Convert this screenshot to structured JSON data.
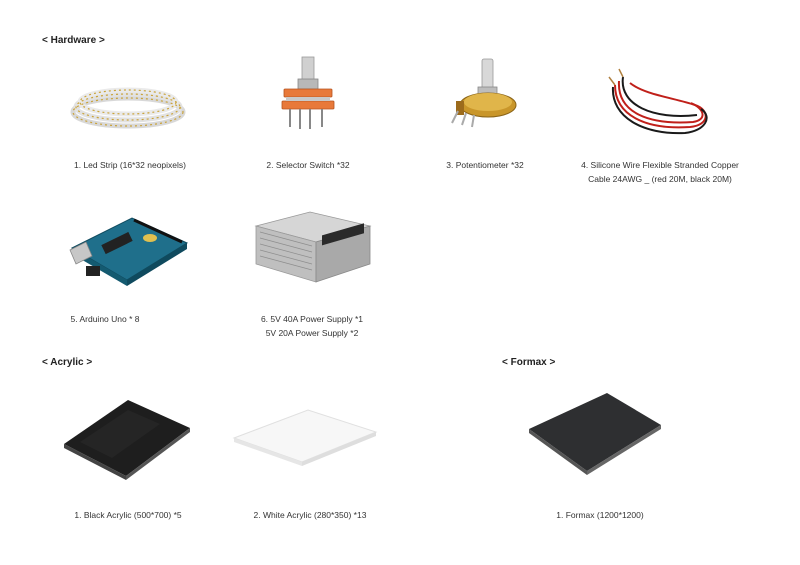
{
  "sections": {
    "hardware": {
      "heading": "< Hardware >"
    },
    "acrylic": {
      "heading": "< Acrylic >"
    },
    "formax": {
      "heading": "< Formax >"
    }
  },
  "items": {
    "led_strip": {
      "icon": "led-strip-icon",
      "caption": "1. Led Strip (16*32 neopixels)"
    },
    "selector_switch": {
      "icon": "rotary-switch-icon",
      "caption": "2. Selector Switch *32"
    },
    "potentiometer": {
      "icon": "potentiometer-icon",
      "caption": "3. Potentiometer *32"
    },
    "silicone_wire": {
      "icon": "wire-icon",
      "caption_line1": "4. Silicone Wire Flexible Stranded Copper",
      "caption_line2": "Cable 24AWG _ (red 20M, black 20M)"
    },
    "arduino": {
      "icon": "arduino-board-icon",
      "caption": "5. Arduino Uno * 8"
    },
    "power_supply": {
      "icon": "power-supply-icon",
      "caption_line1": "6. 5V 40A Power Supply *1",
      "caption_line2": "5V 20A Power Supply *2"
    },
    "black_acrylic": {
      "icon": "black-panel-icon",
      "caption": "1. Black Acrylic (500*700) *5"
    },
    "white_acrylic": {
      "icon": "white-panel-icon",
      "caption": "2. White Acrylic (280*350) *13"
    },
    "formax": {
      "icon": "dark-panel-icon",
      "caption": "1. Formax (1200*1200)"
    }
  },
  "colors": {
    "wire_red": "#c0201a",
    "wire_black": "#1a1a1a",
    "board_blue": "#1f6f8b",
    "brass": "#c9962a"
  }
}
